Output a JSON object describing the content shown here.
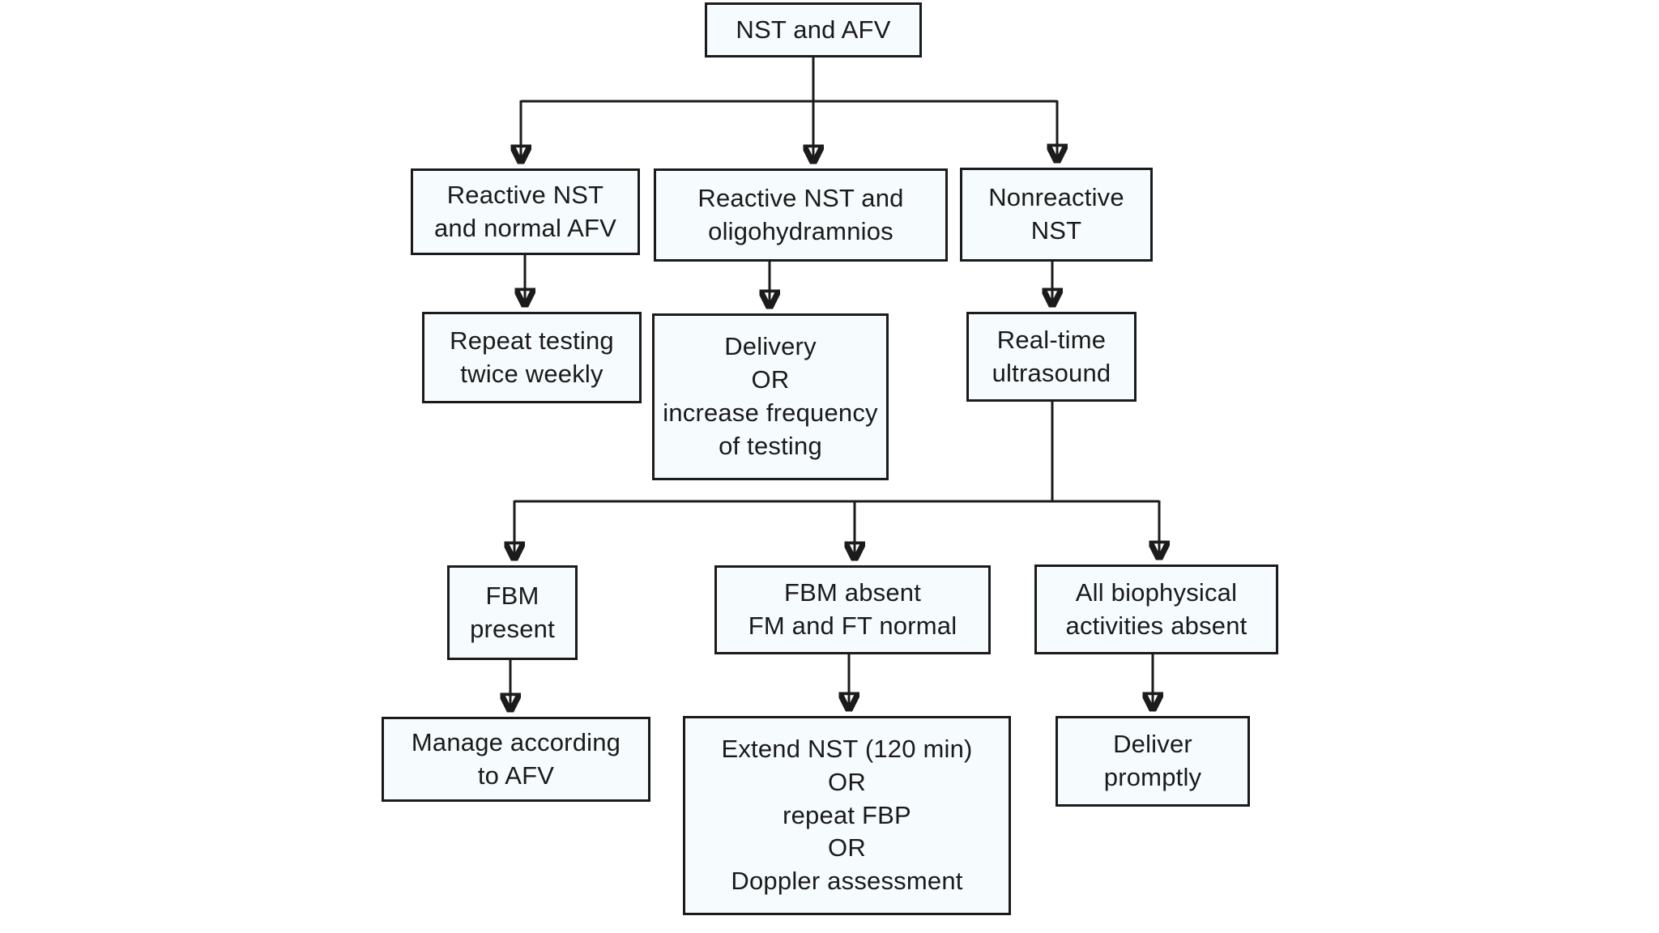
{
  "diagram": {
    "title": "NST and AFV testing algorithm flowchart",
    "colors": {
      "background": "#ffffff",
      "box_fill": "#f6fbfe",
      "box_border": "#1b1b1b",
      "line": "#1b1b1b",
      "text": "#1a1a1a"
    },
    "nodes": [
      {
        "id": "nst-and-afv",
        "label": "NST and AFV"
      },
      {
        "id": "reactive-nst-normal-afv",
        "label": "Reactive NST\nand normal AFV"
      },
      {
        "id": "reactive-nst-oligohydramnios",
        "label": "Reactive NST and\noligohydramnios"
      },
      {
        "id": "nonreactive-nst",
        "label": "Nonreactive\nNST"
      },
      {
        "id": "repeat-testing-twice-weekly",
        "label": "Repeat testing\ntwice weekly"
      },
      {
        "id": "delivery-or-increase-testing",
        "label": "Delivery\nOR\nincrease frequency\nof testing"
      },
      {
        "id": "real-time-ultrasound",
        "label": "Real-time\nultrasound"
      },
      {
        "id": "fbm-present",
        "label": "FBM\npresent"
      },
      {
        "id": "fbm-absent-fm-ft-normal",
        "label": "FBM absent\nFM and FT normal"
      },
      {
        "id": "all-biophysical-absent",
        "label": "All biophysical\nactivities absent"
      },
      {
        "id": "manage-according-to-afv",
        "label": "Manage according\nto AFV"
      },
      {
        "id": "extend-nst-or-fbp-or-doppler",
        "label": "Extend NST (120 min)\nOR\nrepeat FBP\nOR\nDoppler assessment"
      },
      {
        "id": "deliver-promptly",
        "label": "Deliver\npromptly"
      }
    ],
    "edges": [
      {
        "from": "nst-and-afv",
        "to": "reactive-nst-normal-afv"
      },
      {
        "from": "nst-and-afv",
        "to": "reactive-nst-oligohydramnios"
      },
      {
        "from": "nst-and-afv",
        "to": "nonreactive-nst"
      },
      {
        "from": "reactive-nst-normal-afv",
        "to": "repeat-testing-twice-weekly"
      },
      {
        "from": "reactive-nst-oligohydramnios",
        "to": "delivery-or-increase-testing"
      },
      {
        "from": "nonreactive-nst",
        "to": "real-time-ultrasound"
      },
      {
        "from": "real-time-ultrasound",
        "to": "fbm-present"
      },
      {
        "from": "real-time-ultrasound",
        "to": "fbm-absent-fm-ft-normal"
      },
      {
        "from": "real-time-ultrasound",
        "to": "all-biophysical-absent"
      },
      {
        "from": "fbm-present",
        "to": "manage-according-to-afv"
      },
      {
        "from": "fbm-absent-fm-ft-normal",
        "to": "extend-nst-or-fbp-or-doppler"
      },
      {
        "from": "all-biophysical-absent",
        "to": "deliver-promptly"
      }
    ]
  }
}
